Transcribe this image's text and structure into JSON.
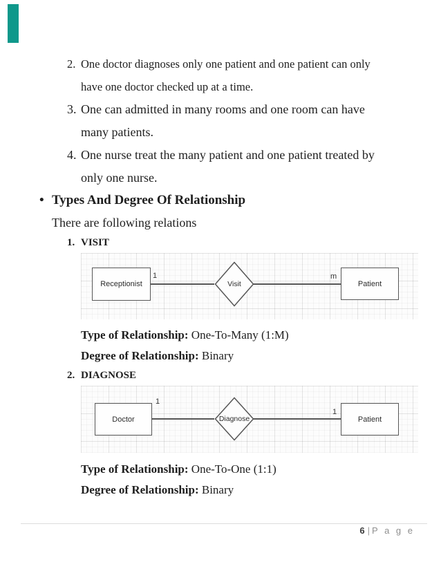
{
  "page": {
    "accent_color": "#0f988b",
    "text_color": "#1f1f1f",
    "footer": {
      "page_number": "6",
      "separator": "|",
      "page_word": "P a g e"
    }
  },
  "list": {
    "items": [
      {
        "num": "2.",
        "line1": "One doctor diagnoses only one patient and one patient can only",
        "line2": "have one doctor checked up at a time."
      },
      {
        "num": "3.",
        "line1": "One can admitted in many rooms and one room can have",
        "line2": "many patients."
      },
      {
        "num": "4.",
        "line1": "One nurse treat the many patient and one patient treated by",
        "line2": "only one nurse."
      }
    ]
  },
  "section": {
    "bullet": "•",
    "heading": "Types And Degree Of Relationship",
    "subheading": "There are following relations"
  },
  "relations": [
    {
      "num": "1.",
      "title": "VISIT",
      "diagram": {
        "left_entity": "Receptionist",
        "left_cardinality": "1",
        "relationship": "Visit",
        "right_cardinality": "m",
        "right_entity": "Patient"
      },
      "type_label": "Type of Relationship:",
      "type_value": "One-To-Many (1:M)",
      "degree_label": "Degree of Relationship:",
      "degree_value": "Binary"
    },
    {
      "num": "2.",
      "title": "DIAGNOSE",
      "diagram": {
        "left_entity": "Doctor",
        "left_cardinality": "1",
        "relationship": "Diagnose",
        "right_cardinality": "1",
        "right_entity": "Patient"
      },
      "type_label": "Type of Relationship:",
      "type_value": "One-To-One (1:1)",
      "degree_label": "Degree of Relationship:",
      "degree_value": "Binary"
    }
  ]
}
